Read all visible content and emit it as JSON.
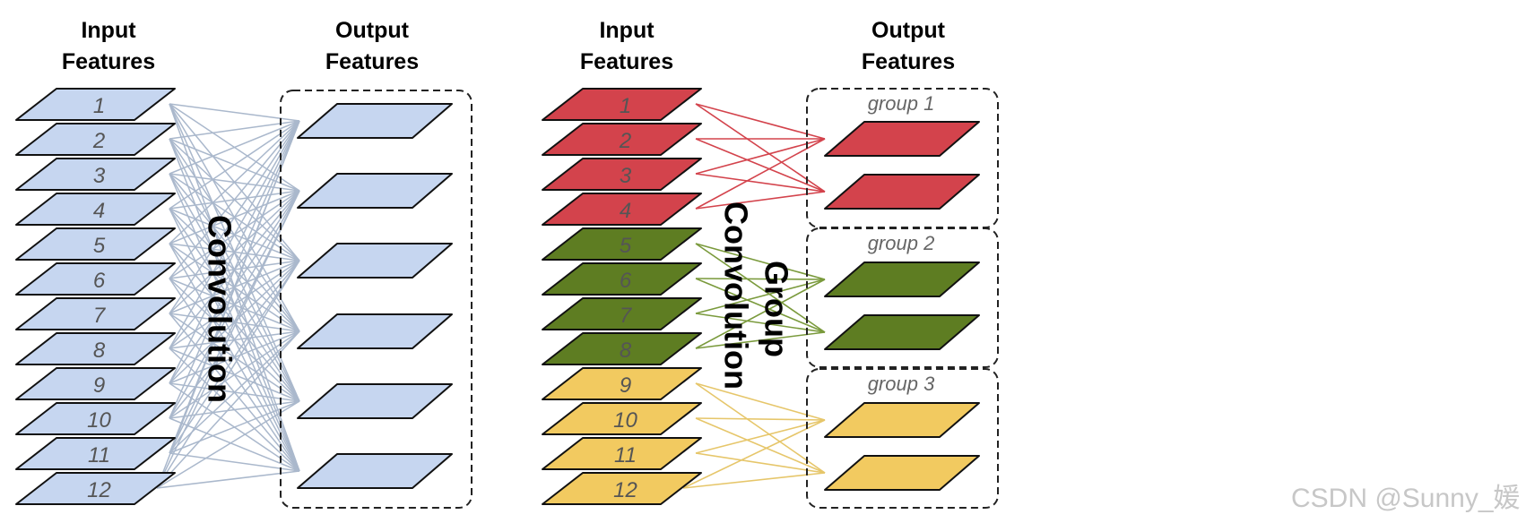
{
  "left_panel": {
    "input_heading": [
      "Input",
      "Features"
    ],
    "output_heading": [
      "Output",
      "Features"
    ],
    "input_labels": [
      "1",
      "2",
      "3",
      "4",
      "5",
      "6",
      "7",
      "8",
      "9",
      "10",
      "11",
      "12"
    ],
    "output_count": 6,
    "operation_label": "Convolution",
    "fill_color": "#c6d6f0",
    "line_color": "#aab8cc"
  },
  "right_panel": {
    "input_heading": [
      "Input",
      "Features"
    ],
    "output_heading": [
      "Output",
      "Features"
    ],
    "input_labels": [
      "1",
      "2",
      "3",
      "4",
      "5",
      "6",
      "7",
      "8",
      "9",
      "10",
      "11",
      "12"
    ],
    "operation_label": [
      "Group",
      "Convolution"
    ],
    "groups": [
      {
        "label": "group 1",
        "color": "#d3434c",
        "outputs": 2
      },
      {
        "label": "group 2",
        "color": "#5e7d22",
        "outputs": 2
      },
      {
        "label": "group 3",
        "color": "#f2ca60",
        "outputs": 2
      }
    ]
  },
  "watermark": "CSDN @Sunny_媛"
}
